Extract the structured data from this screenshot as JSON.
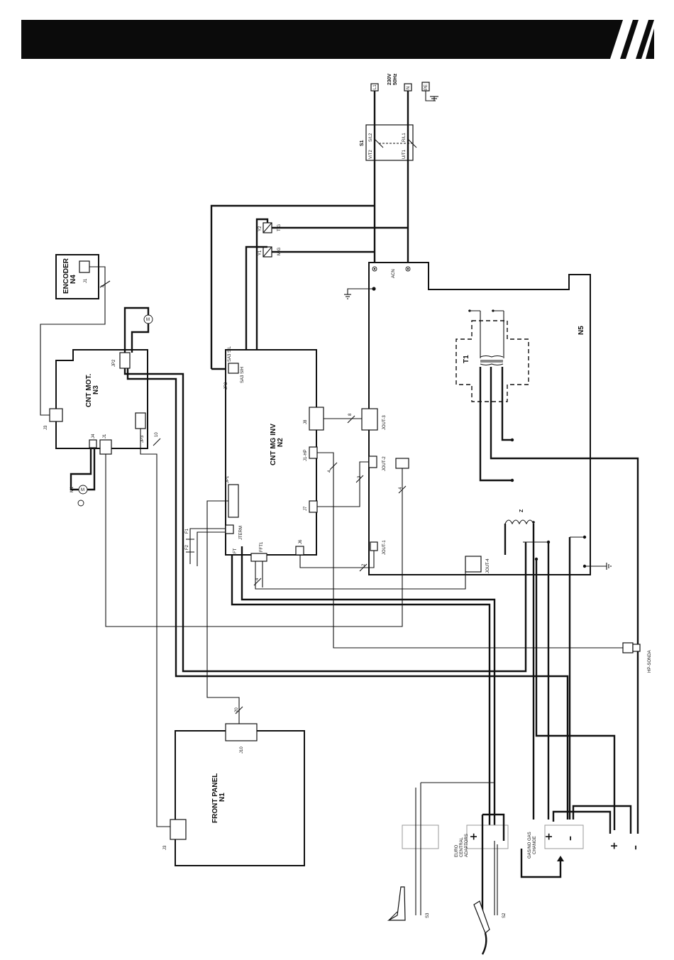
{
  "labels": {
    "encoder": "ENCODER",
    "encoder_id": "N4",
    "cnt_mot": "CNT MOT.",
    "cnt_mot_id": "N3",
    "cnt_mg": "CNT MG INV",
    "cnt_mg_id": "N2",
    "front_panel": "FRONT PANEL",
    "front_panel_id": "N1",
    "power_board": "N5",
    "transformer": "T1",
    "inductor": "Z",
    "switch": "S1",
    "supply": "230V",
    "freq": "50Hz",
    "l1": "L1",
    "n": "N",
    "pe": "PE",
    "s1_tl": "V/T2",
    "s1_tr": "S/L2",
    "s1_bl": "U/T1",
    "s1_br": "R/L1",
    "y2": "Y2",
    "tig": "TIG",
    "y1": "Y1",
    "mig": "MIG",
    "m1": "M1",
    "acn": "ACN",
    "hp_sonda": "HP-SONDA",
    "euro": "EURO",
    "central": "CENTRAL",
    "adaptors": "ADAPTORS",
    "gas_no_gas": "GAS/NO GAS",
    "change": "CHANGE",
    "s2": "S2",
    "s3": "S3",
    "f1": "F1",
    "f2": "F2",
    "plus": "+",
    "minus": "–"
  },
  "connectors": {
    "n4_j1": "J1",
    "n3_jp2": "JP2",
    "n3_j3": "J3",
    "n3_j4": "J4",
    "n3_j1": "J1",
    "n3_jp3": "JP3",
    "n2_jp2": "JP2",
    "n2_sa3_sil": "SA3 SIL",
    "n2_sa3_sih": "SA3 SIH",
    "n2_jp1": "JP1",
    "n2_jterm": "JTERM",
    "n2_ft": "FT",
    "n2_ft1": "FFT1",
    "n2_j6": "J6",
    "n2_j7": "J7",
    "n2_j1hp": "J1-HP",
    "n2_j8": "J8",
    "n5_jout1": "JOUT-1",
    "n5_jout2": "JOUT-2",
    "n5_jout3": "JOUT-3",
    "n5_jout4": "JOUT-4",
    "n1_j10": "J10",
    "n1_j3": "J3"
  },
  "wire_counts": {
    "encoder": "4",
    "jp3": "10",
    "j8": "8",
    "j1hp": "4",
    "j7": "3",
    "jout2": "4",
    "j6": "2",
    "fft1": "4",
    "jp1": "20"
  }
}
